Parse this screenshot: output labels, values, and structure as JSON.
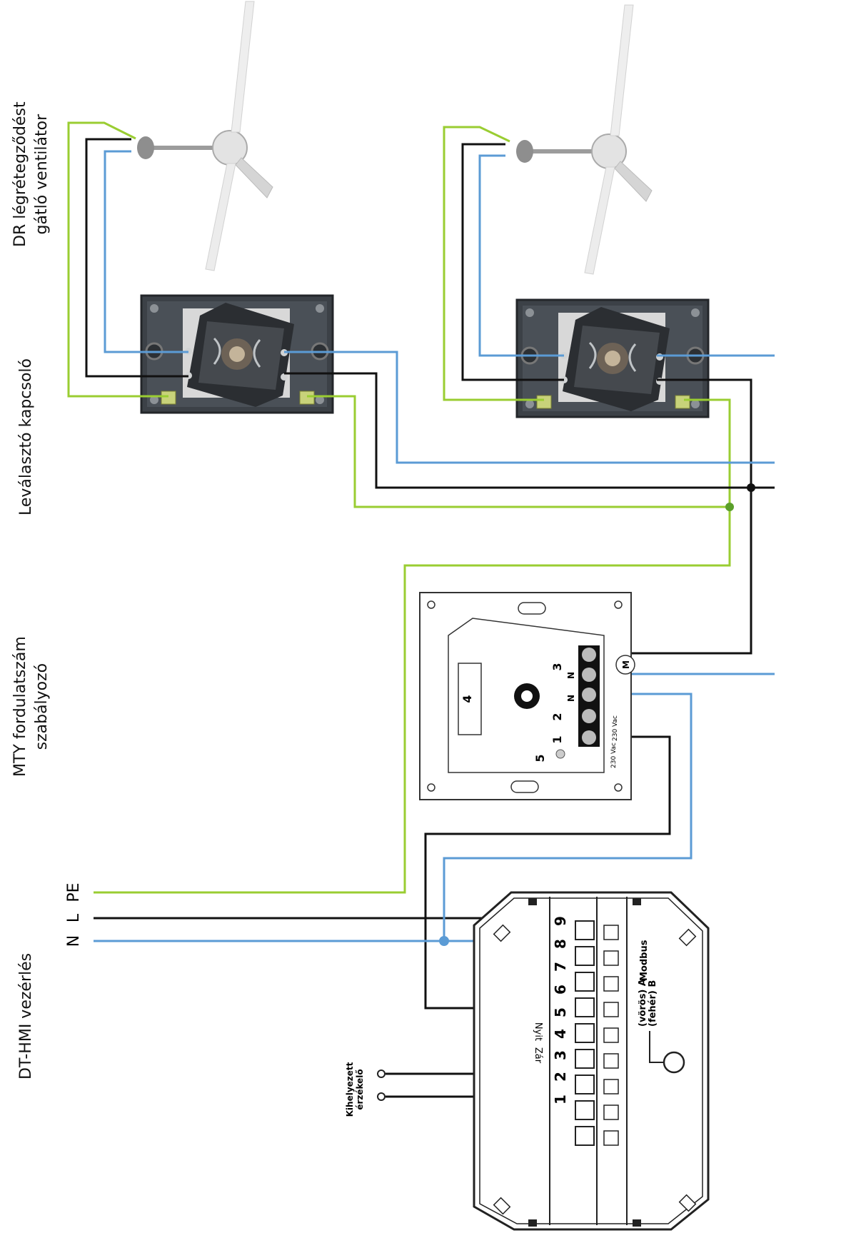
{
  "section_labels": {
    "fan": [
      "DR légrétegződést",
      "gátló ventilátor"
    ],
    "switch": "Leválasztó kapcsoló",
    "regulator": [
      "MTY fordulatszám",
      "szabályozó"
    ],
    "controller": "DT-HMI vezérlés"
  },
  "supply_labels": {
    "pe": "PE",
    "l": "L",
    "n": "N"
  },
  "regulator_unit": {
    "panel_number": "4",
    "screw_number": "5",
    "terminal_numbers": [
      "1",
      "2",
      "3"
    ],
    "terminal_marks": [
      "N",
      "N"
    ],
    "voltage_labels": [
      "230 Vac",
      "230 Vac"
    ],
    "motor_symbol": "M"
  },
  "controller_unit": {
    "terminal_numbers": [
      "1",
      "2",
      "3",
      "4",
      "5",
      "6",
      "7",
      "8",
      "9"
    ],
    "close_label": "Zár",
    "open_label": "Nyit",
    "sensor_label": [
      "Kihelyezett",
      "érzékelő"
    ],
    "modbus_label": "Modbus",
    "modbus_a": "(vörös) A",
    "modbus_b": "(fehér) B"
  },
  "wire_colors": {
    "pe": "#9acd32",
    "l": "#111111",
    "n": "#5b9bd5"
  }
}
